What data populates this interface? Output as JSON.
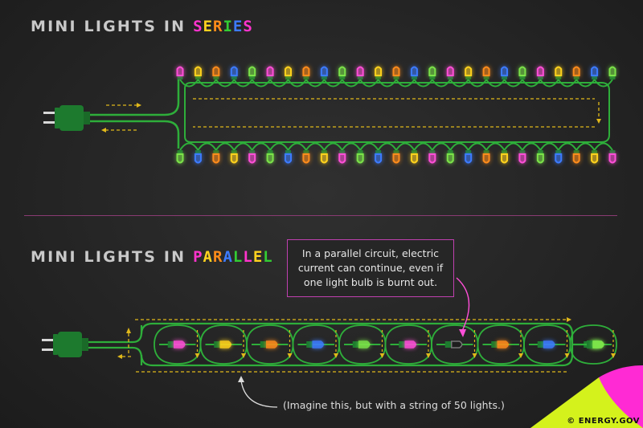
{
  "series": {
    "title_prefix": "MINI LIGHTS IN ",
    "title_word": "SERIES",
    "title_word_colors": [
      "#ff33cc",
      "#ffd21f",
      "#ff8c1a",
      "#33cc33",
      "#3d7bff",
      "#ff33cc"
    ]
  },
  "parallel": {
    "title_prefix": "MINI LIGHTS IN ",
    "title_word": "PARALLEL",
    "title_word_colors": [
      "#ff33cc",
      "#ffd21f",
      "#ff8c1a",
      "#3d7bff",
      "#33cc33",
      "#ff33cc",
      "#ffd21f",
      "#33cc33"
    ]
  },
  "callout_text": "In a parallel circuit, electric current can continue, even if one light bulb is burnt out.",
  "note_text": "(Imagine this, but with a string of 50 lights.)",
  "credit_text": "© ENERGY.GOV",
  "colors": {
    "wire": "#2eae3a",
    "plug": "#1d7a2e",
    "arrow": "#e0b81a",
    "divider": "#8a3b73",
    "callout_border": "#c040b0",
    "page_curl": "#ff2ad4",
    "page_curl_under": "#d4f21c",
    "bulb_palette": [
      "#ff4fd8",
      "#ffd21f",
      "#ff8c1a",
      "#3d7bff",
      "#7be34a"
    ]
  },
  "icons": [
    "plug-icon",
    "bulb-icon",
    "arrow-icon",
    "page-curl-icon"
  ],
  "series_string": {
    "bulbs_top_colors": [
      "#ff4fd8",
      "#ffd21f",
      "#ff8c1a",
      "#3d7bff",
      "#7be34a",
      "#ff4fd8",
      "#ffd21f",
      "#ff8c1a",
      "#3d7bff",
      "#7be34a",
      "#ff4fd8",
      "#ffd21f",
      "#ff8c1a",
      "#3d7bff",
      "#7be34a",
      "#ff4fd8",
      "#ffd21f",
      "#ff8c1a",
      "#3d7bff",
      "#7be34a",
      "#ff4fd8",
      "#ffd21f",
      "#ff8c1a",
      "#3d7bff",
      "#7be34a"
    ],
    "bulbs_bottom_colors": [
      "#7be34a",
      "#3d7bff",
      "#ff8c1a",
      "#ffd21f",
      "#ff4fd8",
      "#7be34a",
      "#3d7bff",
      "#ff8c1a",
      "#ffd21f",
      "#ff4fd8",
      "#7be34a",
      "#3d7bff",
      "#ff8c1a",
      "#ffd21f",
      "#ff4fd8",
      "#7be34a",
      "#3d7bff",
      "#ff8c1a",
      "#ffd21f",
      "#ff4fd8",
      "#7be34a",
      "#3d7bff",
      "#ff8c1a",
      "#ffd21f",
      "#ff4fd8"
    ]
  },
  "parallel_string": {
    "bulb_colors": [
      "#ff4fd8",
      "#ffd21f",
      "#ff8c1a",
      "#3d7bff",
      "#7be34a",
      "#ff4fd8",
      "#3a3a3a",
      "#ff8c1a",
      "#3d7bff",
      "#7be34a"
    ],
    "burnt_out_index": 6
  }
}
